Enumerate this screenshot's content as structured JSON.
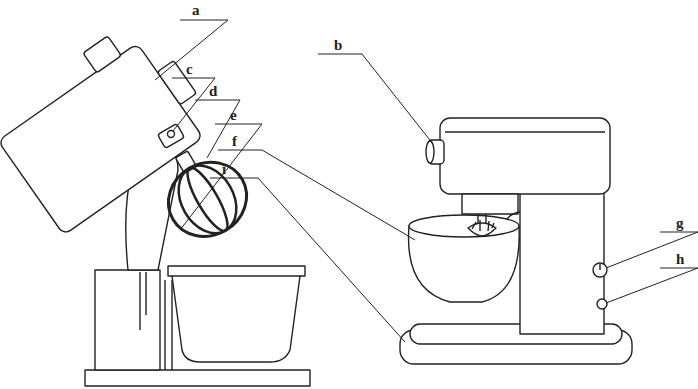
{
  "diagram": {
    "labels": [
      "a",
      "b",
      "c",
      "d",
      "e",
      "f",
      "i",
      "g",
      "h"
    ]
  }
}
